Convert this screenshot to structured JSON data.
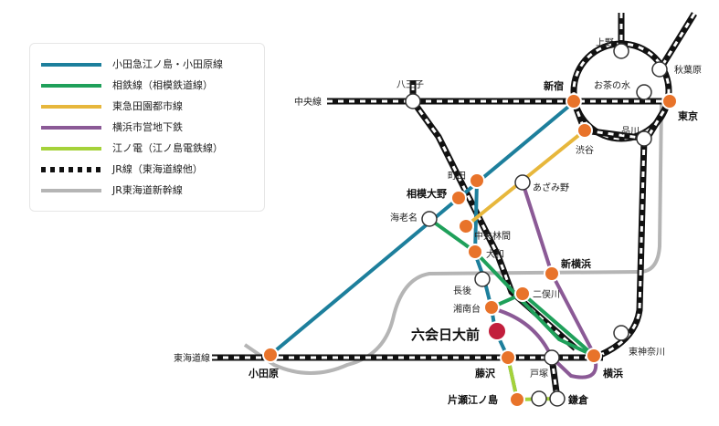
{
  "legend": [
    {
      "label": "小田急江ノ島・小田原線",
      "color": "#1d7f9c"
    },
    {
      "label": "相鉄線（相模鉄道線）",
      "color": "#1fa05a"
    },
    {
      "label": "東急田園都市線",
      "color": "#e7b73c"
    },
    {
      "label": "横浜市営地下鉄",
      "color": "#8b5a96"
    },
    {
      "label": "江ノ電（江ノ島電鉄線）",
      "color": "#a5d23a"
    },
    {
      "label": "JR線（東海道線他）",
      "color": "#111111"
    },
    {
      "label": "JR東海道新幹線",
      "color": "#b5b5b5"
    }
  ],
  "line_names": {
    "chuo": "中央線",
    "tokaido": "東海道線"
  },
  "stations": {
    "ueno": "上野",
    "akihabara": "秋葉原",
    "ochanomizu": "お茶の水",
    "shinjuku": "新宿",
    "tokyo": "東京",
    "hachioji": "八王子",
    "shinagawa": "品川",
    "shibuya": "渋谷",
    "machida": "町田",
    "sagami_ono": "相模大野",
    "azamino": "あざみ野",
    "ebina": "海老名",
    "chuo_rinkan": "中央林間",
    "yamato": "大和",
    "shin_yokohama": "新横浜",
    "nagago": "長後",
    "futamatagawa": "二俣川",
    "shonandai": "湘南台",
    "mutsuaihiyoshi": "六会日大前",
    "higashikanagawa": "東神奈川",
    "odawara": "小田原",
    "fujisawa": "藤沢",
    "totsuka": "戸塚",
    "yokohama": "横浜",
    "katase_enoshima": "片瀬江ノ島",
    "kamakura": "鎌倉"
  }
}
